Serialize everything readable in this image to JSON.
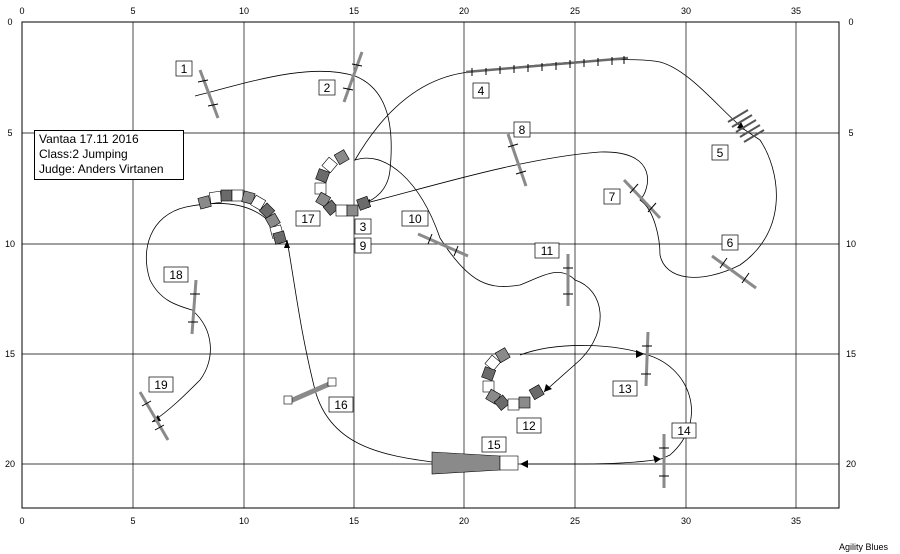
{
  "event": {
    "line1": "Vantaa 17.11 2016",
    "line2": "Class:2 Jumping",
    "line3": "Judge: Anders Virtanen"
  },
  "credit": "Agility Blues",
  "axis": {
    "x_ticks": [
      "0",
      "5",
      "10",
      "15",
      "20",
      "25",
      "30",
      "35"
    ],
    "y_ticks": [
      "0",
      "5",
      "10",
      "15",
      "20"
    ]
  },
  "obstacles": [
    {
      "label": "1",
      "type": "jump"
    },
    {
      "label": "2",
      "type": "jump"
    },
    {
      "label": "3",
      "type": "tunnel"
    },
    {
      "label": "4",
      "type": "weave"
    },
    {
      "label": "5",
      "type": "long-jump"
    },
    {
      "label": "6",
      "type": "jump"
    },
    {
      "label": "7",
      "type": "jump"
    },
    {
      "label": "8",
      "type": "jump"
    },
    {
      "label": "9",
      "type": "tunnel"
    },
    {
      "label": "10",
      "type": "jump"
    },
    {
      "label": "11",
      "type": "jump"
    },
    {
      "label": "12",
      "type": "tunnel"
    },
    {
      "label": "13",
      "type": "jump"
    },
    {
      "label": "14",
      "type": "jump"
    },
    {
      "label": "15",
      "type": "cloth-tunnel"
    },
    {
      "label": "16",
      "type": "tyre"
    },
    {
      "label": "17",
      "type": "tunnel"
    },
    {
      "label": "18",
      "type": "jump"
    },
    {
      "label": "19",
      "type": "jump"
    }
  ],
  "colors": {
    "obstacle_grey": "#8a8a8a",
    "dark_grey": "#6a6a6a",
    "light": "#ffffff"
  }
}
